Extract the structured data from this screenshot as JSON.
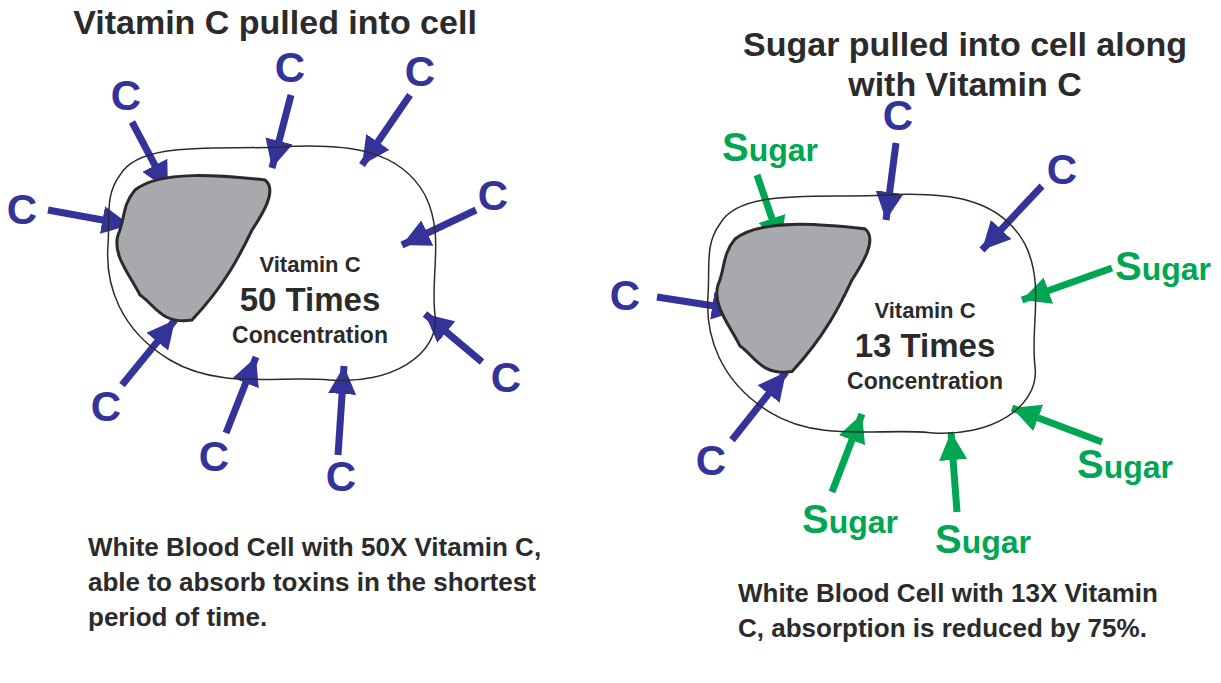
{
  "diagram": {
    "nodes": [
      {
        "text": [
          "Vitamin C",
          "50 Times",
          "Concentration"
        ]
      },
      {
        "text": [
          "Vitamin C",
          "13 Times",
          "Concentration"
        ]
      }
    ],
    "labels": [
      "Vitamin C pulled into cell",
      "Sugar pulled into cell along with Vitamin C",
      "C",
      "C",
      "C",
      "C",
      "C",
      "C",
      "C",
      "C",
      "C",
      "C",
      "C",
      "Sugar",
      "Sugar",
      "C",
      "C",
      "Sugar",
      "Sugar",
      "Sugar",
      "White Blood Cell with 50X Vitamin C, able to absorb toxins in the shortest period of time.",
      "White Blood Cell with 13X Vitamin C, absorption is reduced by 75%."
    ]
  }
}
